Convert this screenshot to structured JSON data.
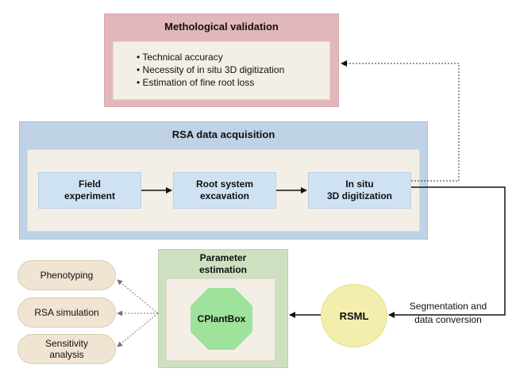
{
  "validation": {
    "title": "Methological validation",
    "items": [
      "• Technical accuracy",
      "• Necessity of in situ 3D digitization",
      "• Estimation of fine root loss"
    ]
  },
  "acquisition": {
    "title": "RSA data acquisition",
    "steps": [
      {
        "line1": "Field",
        "line2": "experiment"
      },
      {
        "line1": "Root system",
        "line2": "excavation"
      },
      {
        "line1": "In situ",
        "line2": "3D digitization"
      }
    ]
  },
  "estimation": {
    "title_line1": "Parameter",
    "title_line2": "estimation",
    "model": "CPlantBox"
  },
  "rsml": "RSML",
  "conversion": {
    "line1": "Segmentation and",
    "line2": "data conversion"
  },
  "outputs": [
    {
      "line1": "Phenotyping",
      "line2": ""
    },
    {
      "line1": "RSA simulation",
      "line2": ""
    },
    {
      "line1": "Sensitivity",
      "line2": "analysis"
    }
  ],
  "colors": {
    "validation_bg": "#e2b7bc",
    "acquisition_bg": "#bfd2e6",
    "step_bg": "#cfe2f3",
    "estimation_bg": "#cde0c0",
    "model_bg": "#9fe29c",
    "rsml_bg": "#f3eeab",
    "output_bg": "#f0e4d2",
    "inner_bg": "#f3efe6"
  }
}
